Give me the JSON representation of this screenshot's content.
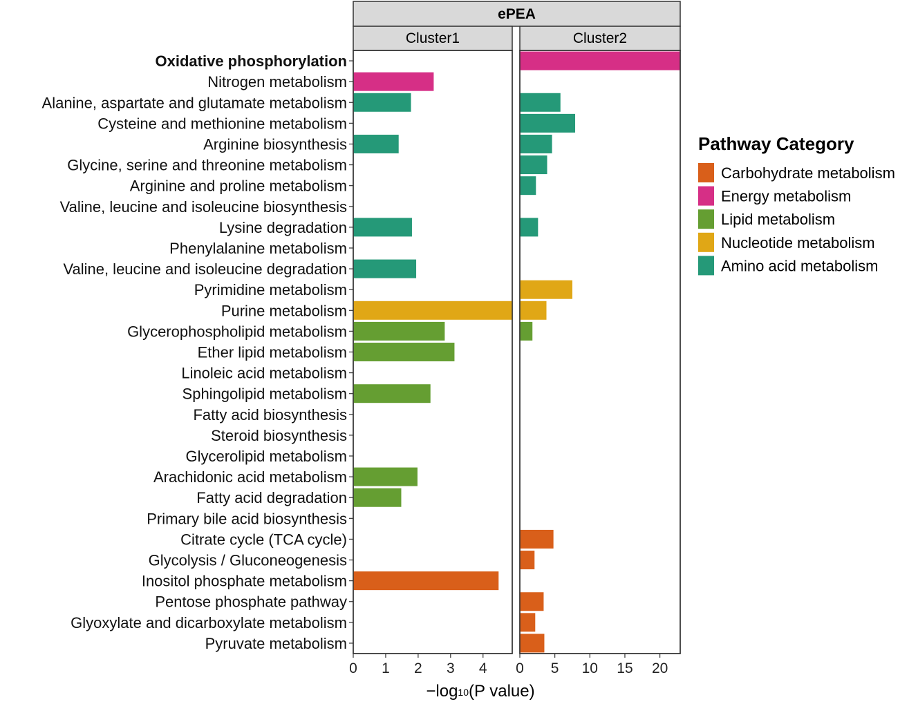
{
  "chart_data": {
    "type": "bar",
    "orientation": "horizontal",
    "title": "ePEA",
    "xlabel_prefix": "−log",
    "xlabel_sub": "10",
    "xlabel_suffix": "(P value)",
    "pathways": [
      "Oxidative phosphorylation",
      "Nitrogen metabolism",
      "Alanine, aspartate and glutamate metabolism",
      "Cysteine and methionine metabolism",
      "Arginine biosynthesis",
      "Glycine, serine and threonine metabolism",
      "Arginine and proline metabolism",
      "Valine, leucine and isoleucine biosynthesis",
      "Lysine degradation",
      "Phenylalanine metabolism",
      "Valine, leucine and isoleucine degradation",
      "Pyrimidine metabolism",
      "Purine metabolism",
      "Glycerophospholipid metabolism",
      "Ether lipid metabolism",
      "Linoleic acid metabolism",
      "Sphingolipid metabolism",
      "Fatty acid biosynthesis",
      "Steroid biosynthesis",
      "Glycerolipid metabolism",
      "Arachidonic acid metabolism",
      "Fatty acid degradation",
      "Primary bile acid biosynthesis",
      "Citrate cycle (TCA cycle)",
      "Glycolysis / Gluconeogenesis",
      "Inositol phosphate metabolism",
      "Pentose phosphate pathway",
      "Glyoxylate and dicarboxylate metabolism",
      "Pyruvate metabolism"
    ],
    "bold_pathways": [
      "Oxidative phosphorylation"
    ],
    "category_of": [
      "Energy metabolism",
      "Energy metabolism",
      "Amino acid metabolism",
      "Amino acid metabolism",
      "Amino acid metabolism",
      "Amino acid metabolism",
      "Amino acid metabolism",
      "Amino acid metabolism",
      "Amino acid metabolism",
      "Amino acid metabolism",
      "Amino acid metabolism",
      "Nucleotide metabolism",
      "Nucleotide metabolism",
      "Lipid metabolism",
      "Lipid metabolism",
      "Lipid metabolism",
      "Lipid metabolism",
      "Lipid metabolism",
      "Lipid metabolism",
      "Lipid metabolism",
      "Lipid metabolism",
      "Lipid metabolism",
      "Lipid metabolism",
      "Carbohydrate metabolism",
      "Carbohydrate metabolism",
      "Carbohydrate metabolism",
      "Carbohydrate metabolism",
      "Carbohydrate metabolism",
      "Carbohydrate metabolism"
    ],
    "panels": [
      {
        "name": "Cluster1",
        "xlim": [
          0,
          4.9
        ],
        "ticks": [
          0,
          1,
          2,
          3,
          4
        ],
        "values": [
          null,
          2.48,
          1.78,
          null,
          1.4,
          null,
          null,
          null,
          1.81,
          null,
          1.94,
          null,
          4.9,
          2.82,
          3.12,
          null,
          2.38,
          null,
          null,
          null,
          1.98,
          1.48,
          null,
          null,
          null,
          4.48,
          null,
          null,
          null
        ]
      },
      {
        "name": "Cluster2",
        "xlim": [
          0,
          22.9
        ],
        "ticks": [
          0,
          5,
          10,
          15,
          20
        ],
        "values": [
          22.9,
          null,
          5.8,
          7.9,
          4.6,
          3.9,
          2.3,
          null,
          2.6,
          null,
          null,
          7.5,
          3.8,
          1.8,
          null,
          null,
          null,
          null,
          null,
          null,
          null,
          null,
          null,
          4.8,
          2.1,
          null,
          3.4,
          2.2,
          3.5
        ]
      }
    ],
    "legend": {
      "title": "Pathway Category",
      "position": "right",
      "items": [
        {
          "label": "Carbohydrate metabolism",
          "color": "#D95F1A"
        },
        {
          "label": "Energy metabolism",
          "color": "#D62F86"
        },
        {
          "label": "Lipid metabolism",
          "color": "#659E32"
        },
        {
          "label": "Nucleotide metabolism",
          "color": "#E0A716"
        },
        {
          "label": "Amino acid metabolism",
          "color": "#259978"
        }
      ]
    },
    "grid": false
  }
}
